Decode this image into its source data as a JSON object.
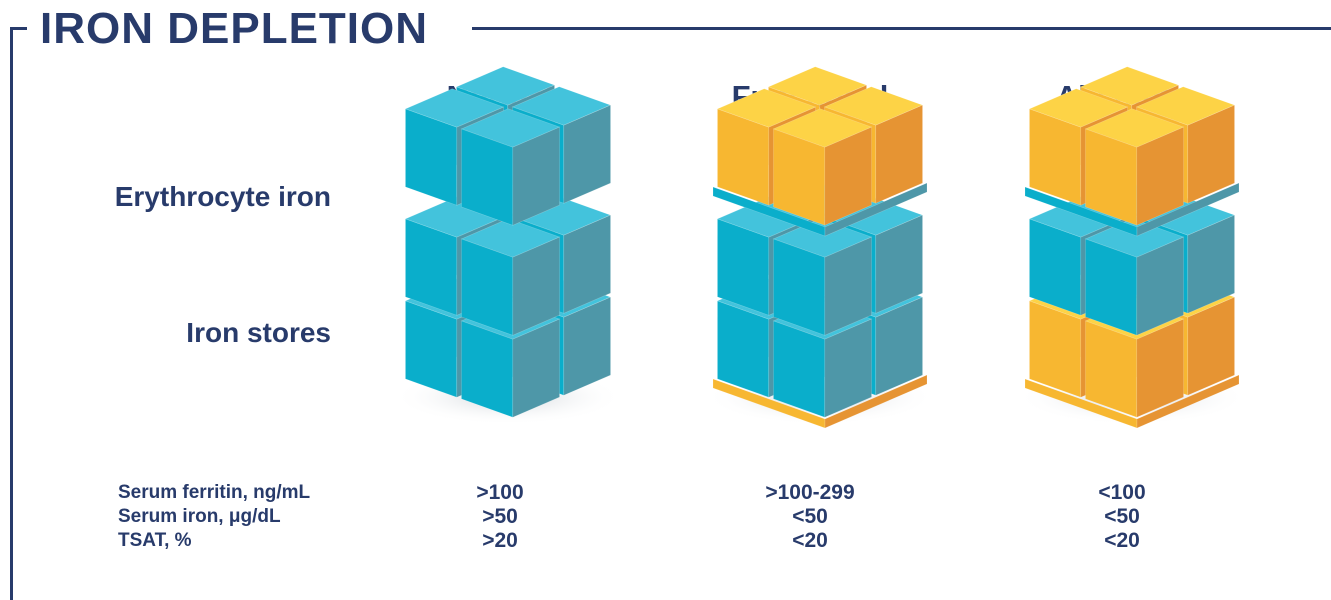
{
  "title": "IRON DEPLETION",
  "columns": [
    {
      "key": "normal",
      "label": "Normal"
    },
    {
      "key": "functional",
      "label": "Functional"
    },
    {
      "key": "absolute",
      "label": "Absolute"
    }
  ],
  "row_labels": {
    "erythrocyte": "Erythrocyte iron",
    "stores": "Iron stores"
  },
  "lab_tests": [
    "Serum ferritin, ng/mL",
    "Serum iron, μg/dL",
    "TSAT, %"
  ],
  "lab_values": {
    "normal": [
      ">100",
      ">50",
      ">20"
    ],
    "functional": [
      ">100-299",
      "<50",
      "<20"
    ],
    "absolute": [
      "<100",
      "<50",
      "<20"
    ]
  },
  "colors": {
    "navy": "#283b6b",
    "iron_blue": "#1cb0cc",
    "depleted_yellow": "#f5b731"
  }
}
